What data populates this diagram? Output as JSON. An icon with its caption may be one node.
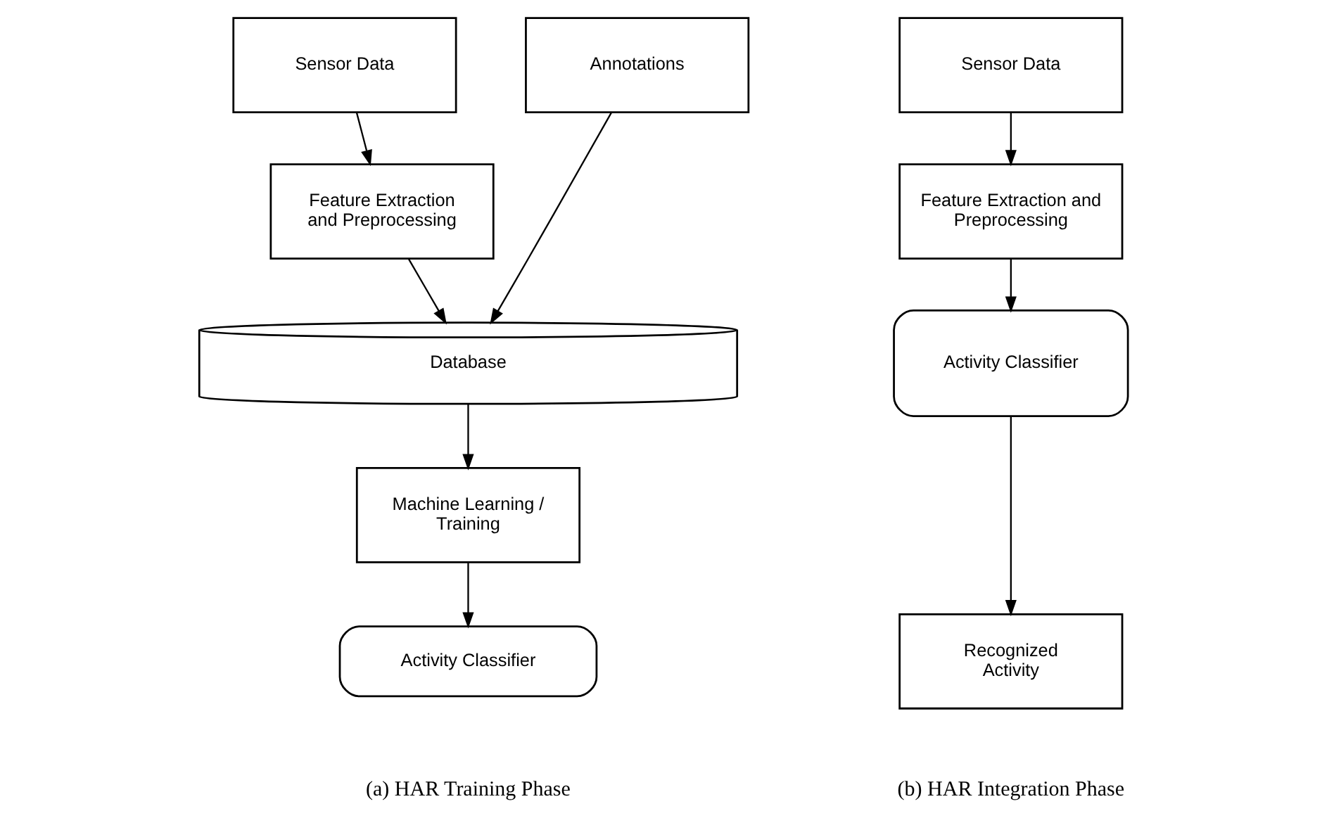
{
  "diagram": {
    "nodes": [
      {
        "text": [
          "Sensor Data"
        ]
      },
      {
        "text": [
          "Annotations"
        ]
      },
      {
        "text": [
          "Feature Extraction and Preprocessing"
        ]
      },
      {
        "text": [
          "Database"
        ]
      },
      {
        "text": [
          "Machine Learning / Training"
        ]
      },
      {
        "text": [
          "Activity Classifier"
        ]
      },
      {
        "text": [
          "Sensor Data"
        ]
      },
      {
        "text": [
          "Feature Extraction and Preprocessing"
        ]
      },
      {
        "text": [
          "Activity Classifier"
        ]
      },
      {
        "text": [
          "Recognized Activity"
        ]
      }
    ],
    "edges": [
      {
        "from": 0,
        "to": 2,
        "arrow": "to"
      },
      {
        "from": 2,
        "to": 3,
        "arrow": "to"
      },
      {
        "from": 1,
        "to": 3,
        "arrow": "to"
      },
      {
        "from": 3,
        "to": 4,
        "arrow": "to"
      },
      {
        "from": 4,
        "to": 5,
        "arrow": "to"
      },
      {
        "from": 6,
        "to": 7,
        "arrow": "to"
      },
      {
        "from": 7,
        "to": 8,
        "arrow": "to"
      },
      {
        "from": 8,
        "to": 9,
        "arrow": "to"
      }
    ],
    "labels": [
      "(a) HAR Training Phase",
      "(b) HAR Integration Phase"
    ]
  }
}
